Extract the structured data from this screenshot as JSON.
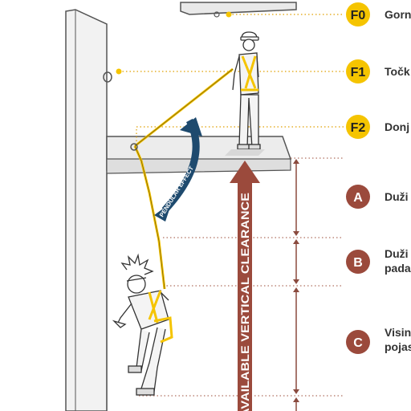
{
  "legend": {
    "f0": {
      "badge": "F0",
      "text": "Gorn"
    },
    "f1": {
      "badge": "F1",
      "text": "Točk"
    },
    "f2": {
      "badge": "F2",
      "text": "Donj"
    },
    "a": {
      "badge": "A",
      "text": "Duži"
    },
    "b": {
      "badge": "B",
      "line1": "Duži",
      "line2": "pada"
    },
    "c": {
      "badge": "C",
      "line1": "Visin",
      "line2": "pojas"
    }
  },
  "labels": {
    "pendular": "PENDULAR EFFECT",
    "clearance": "AVAILABLE VERTICAL CLEARANCE"
  },
  "colors": {
    "yellow": "#f5c400",
    "brown": "#9b4a3c",
    "dimension": "#8a4a3e",
    "navy": "#1e4a6e",
    "line": "#444444"
  }
}
